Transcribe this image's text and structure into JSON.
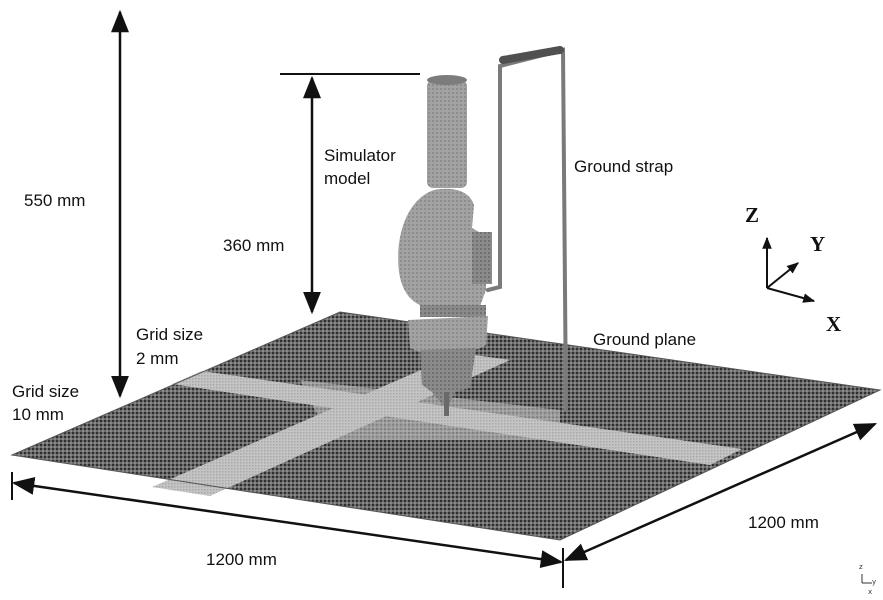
{
  "labels": {
    "height_total": "550 mm",
    "height_model": "360 mm",
    "simulator_line1": "Simulator",
    "simulator_line2": "model",
    "ground_strap": "Ground strap",
    "ground_plane": "Ground plane",
    "grid2_line1": "Grid size",
    "grid2_line2": "2 mm",
    "grid10_line1": "Grid size",
    "grid10_line2": "10 mm",
    "width_front": "1200 mm",
    "width_side": "1200 mm"
  },
  "axes": {
    "z": "Z",
    "y": "Y",
    "x": "X"
  },
  "mini_axes": {
    "z": "z",
    "y": "y",
    "x": "x"
  },
  "colors": {
    "coarse_grid": "#4a4a4a",
    "fine_grid": "#bdbdbd",
    "model": "#9a9a9a",
    "line": "#111111"
  }
}
